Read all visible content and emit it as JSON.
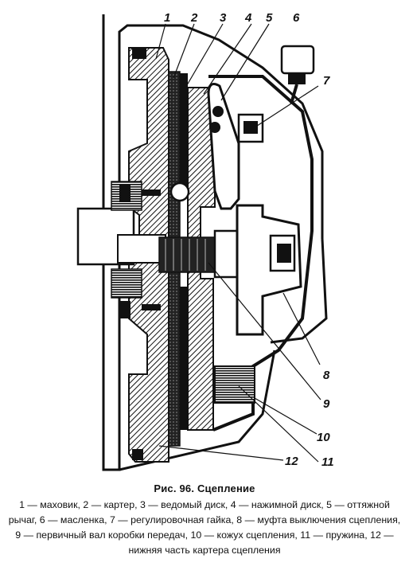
{
  "figure": {
    "callouts": [
      "1",
      "2",
      "3",
      "4",
      "5",
      "6",
      "7",
      "8",
      "9",
      "10",
      "11",
      "12"
    ]
  },
  "caption": {
    "title": "Рис. 96. Сцепление",
    "legend": "1 — маховик, 2 — картер, 3 — ведомый диск, 4 — нажимной диск, 5 — оттяжной рычаг, 6 — масленка, 7 — регулировочная гайка, 8 — муфта выключения сцепления, 9 — первичный вал коробки передач, 10 — кожух сцепления, 11 — пружина, 12 — нижняя часть картера сцепления"
  }
}
